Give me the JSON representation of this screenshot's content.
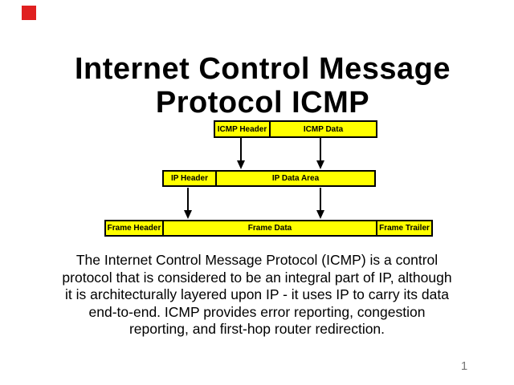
{
  "title": {
    "line1": "Internet Control Message",
    "line2": "Protocol ICMP"
  },
  "diagram": {
    "box_fill": "#FFFF00",
    "box_border": "#000000",
    "icmp_row": {
      "header": "ICMP Header",
      "data": "ICMP Data"
    },
    "ip_row": {
      "header": "IP Header",
      "data": "IP Data Area"
    },
    "frame_row": {
      "header": "Frame Header",
      "data": "Frame Data",
      "trailer": "Frame Trailer"
    }
  },
  "body": {
    "lines": [
      "The Internet Control Message Protocol (ICMP) is a control",
      "protocol that is considered to be an integral part of IP, although",
      "it is architecturally layered upon IP - it uses IP to carry its data",
      "end-to-end. ICMP provides error reporting, congestion",
      "reporting, and first-hop router redirection."
    ]
  },
  "footer": {
    "page_number": "1"
  },
  "marker": {
    "color": "#E02020"
  }
}
